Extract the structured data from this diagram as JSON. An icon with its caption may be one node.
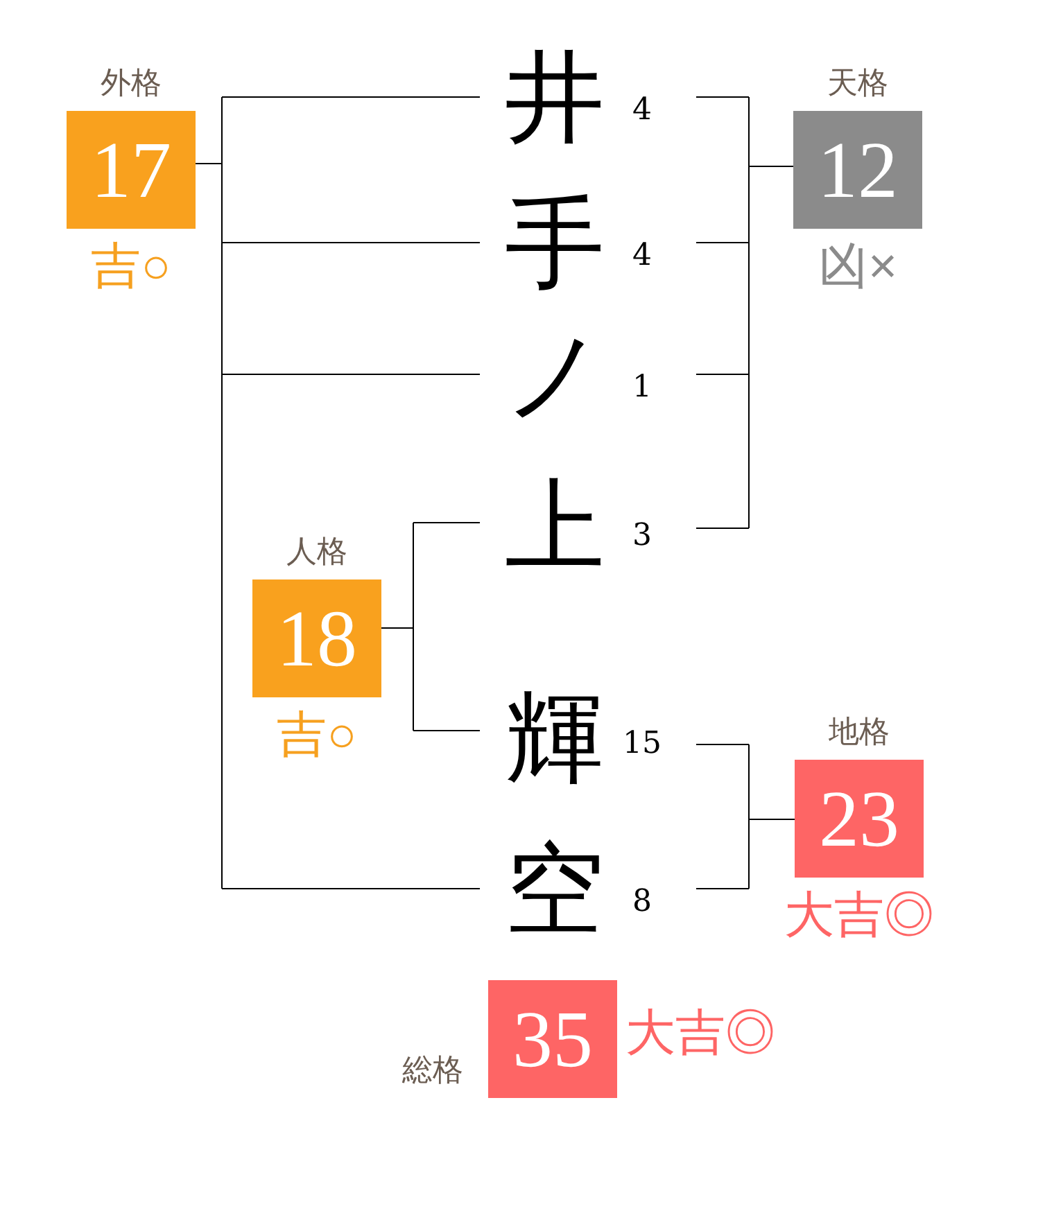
{
  "diagram": {
    "nodes": [
      {
        "text": [
          "外格",
          "17"
        ],
        "beside": [
          "吉○"
        ]
      },
      {
        "text": [
          "井"
        ],
        "beside": [
          "4"
        ]
      },
      {
        "text": [
          "天格",
          "12"
        ],
        "beside": [
          "凶×"
        ]
      },
      {
        "text": [
          "手"
        ],
        "beside": [
          "4"
        ]
      },
      {
        "text": [
          "ノ"
        ],
        "beside": [
          "1"
        ]
      },
      {
        "text": [
          "人格",
          "18"
        ],
        "beside": [
          "吉○"
        ]
      },
      {
        "text": [
          "上"
        ],
        "beside": [
          "3"
        ]
      },
      {
        "text": [
          "輝"
        ],
        "beside": [
          "15"
        ]
      },
      {
        "text": [
          "地格",
          "23"
        ],
        "beside": [
          "大吉◎"
        ]
      },
      {
        "text": [
          "空"
        ],
        "beside": [
          "8"
        ]
      },
      {
        "text": [
          "総格",
          "35"
        ],
        "beside": [
          "大吉◎"
        ]
      }
    ],
    "edges": [
      {
        "from": 1,
        "to": 0,
        "arrow": "none"
      },
      {
        "from": 3,
        "to": 0,
        "arrow": "none"
      },
      {
        "from": 4,
        "to": 0,
        "arrow": "none"
      },
      {
        "from": 9,
        "to": 0,
        "arrow": "none"
      },
      {
        "from": 1,
        "to": 2,
        "arrow": "none"
      },
      {
        "from": 3,
        "to": 2,
        "arrow": "none"
      },
      {
        "from": 4,
        "to": 2,
        "arrow": "none"
      },
      {
        "from": 6,
        "to": 2,
        "arrow": "none"
      },
      {
        "from": 6,
        "to": 5,
        "arrow": "none"
      },
      {
        "from": 7,
        "to": 5,
        "arrow": "none"
      },
      {
        "from": 7,
        "to": 8,
        "arrow": "none"
      },
      {
        "from": 9,
        "to": 8,
        "arrow": "none"
      }
    ]
  }
}
